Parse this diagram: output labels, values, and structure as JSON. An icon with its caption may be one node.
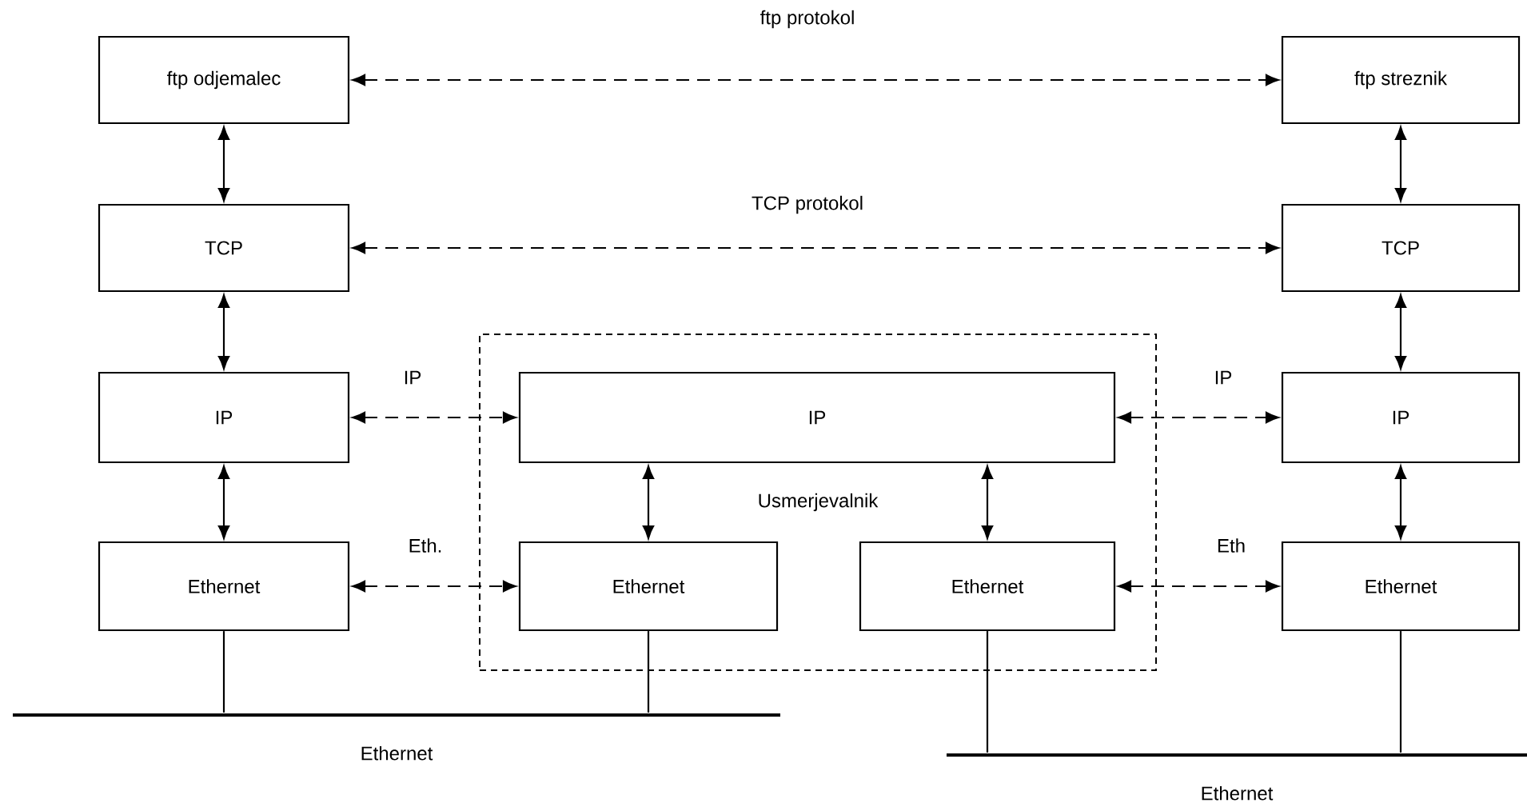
{
  "diagram": {
    "nodes": [
      {
        "text": [
          "ftp odjemalec"
        ]
      },
      {
        "text": [
          "ftp streznik"
        ]
      },
      {
        "text": [
          "TCP"
        ]
      },
      {
        "text": [
          "TCP"
        ]
      },
      {
        "text": [
          "Usmerjevalnik"
        ]
      },
      {
        "text": [
          "IP"
        ]
      },
      {
        "text": [
          "IP"
        ],
        "in": 4
      },
      {
        "text": [
          "IP"
        ]
      },
      {
        "text": [
          "Ethernet"
        ]
      },
      {
        "text": [
          "Ethernet"
        ],
        "in": 4
      },
      {
        "text": [
          "Ethernet"
        ],
        "in": 4
      },
      {
        "text": [
          "Ethernet"
        ]
      },
      {
        "text": [
          "Ethernet"
        ]
      },
      {
        "text": [
          "Ethernet"
        ]
      }
    ],
    "edges": [
      {
        "from": 0,
        "to": 1,
        "arrow": "both",
        "style": "dashed",
        "label": "ftp protokol"
      },
      {
        "from": 0,
        "to": 2,
        "arrow": "both"
      },
      {
        "from": 1,
        "to": 3,
        "arrow": "both"
      },
      {
        "from": 2,
        "to": 3,
        "arrow": "both",
        "style": "dashed",
        "label": "TCP protokol"
      },
      {
        "from": 2,
        "to": 5,
        "arrow": "both"
      },
      {
        "from": 3,
        "to": 7,
        "arrow": "both"
      },
      {
        "from": 5,
        "to": 6,
        "arrow": "both",
        "style": "dashed",
        "label": "IP"
      },
      {
        "from": 6,
        "to": 7,
        "arrow": "both",
        "style": "dashed",
        "label": "IP"
      },
      {
        "from": 5,
        "to": 8,
        "arrow": "both"
      },
      {
        "from": 6,
        "to": 9,
        "arrow": "both"
      },
      {
        "from": 6,
        "to": 10,
        "arrow": "both"
      },
      {
        "from": 7,
        "to": 11,
        "arrow": "both"
      },
      {
        "from": 8,
        "to": 9,
        "arrow": "both",
        "style": "dashed",
        "label": "Eth."
      },
      {
        "from": 10,
        "to": 11,
        "arrow": "both",
        "style": "dashed",
        "label": "Eth"
      },
      {
        "from": 8,
        "to": 12,
        "arrow": "none"
      },
      {
        "from": 9,
        "to": 12,
        "arrow": "none"
      },
      {
        "from": 10,
        "to": 13,
        "arrow": "none"
      },
      {
        "from": 11,
        "to": 13,
        "arrow": "none"
      }
    ]
  }
}
